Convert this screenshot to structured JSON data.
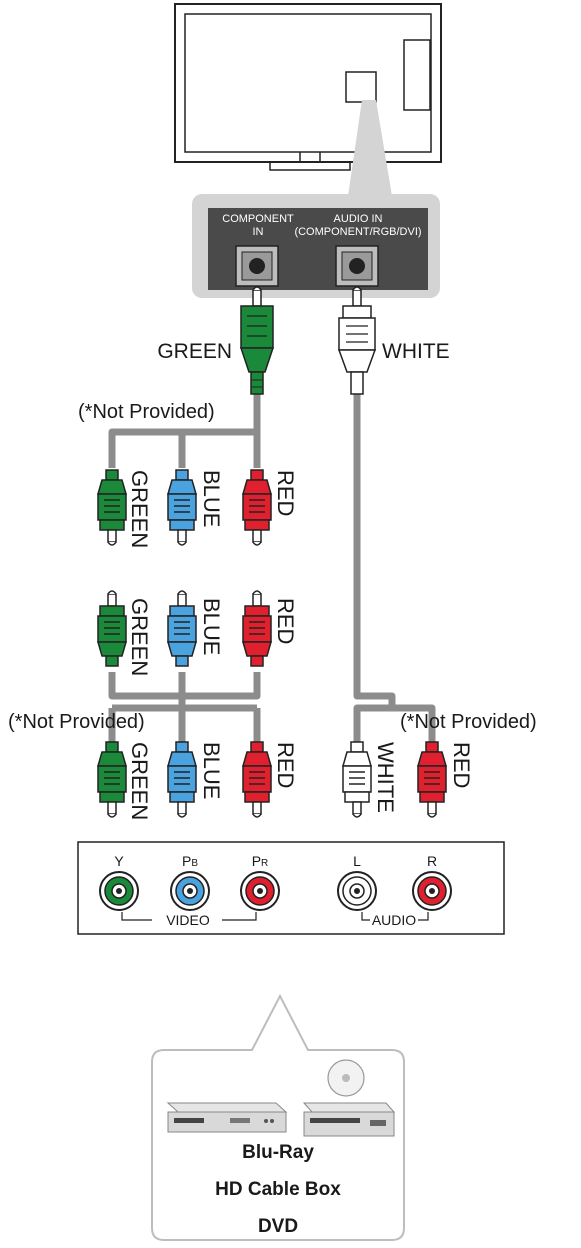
{
  "tv_panel": {
    "component_in_line1": "COMPONENT",
    "component_in_line2": "IN",
    "audio_in_line1": "AUDIO IN",
    "audio_in_line2": "(COMPONENT/RGB/DVI)"
  },
  "cables": {
    "green_label": "GREEN",
    "white_label": "WHITE",
    "blue_label": "BLUE",
    "red_label": "RED",
    "not_provided_label": "(*Not Provided)"
  },
  "device_panel": {
    "y_label": "Y",
    "pb_main": "P",
    "pb_sub": "B",
    "pr_main": "P",
    "pr_sub": "R",
    "l_label": "L",
    "r_label": "R",
    "video_label": "VIDEO",
    "audio_label": "AUDIO"
  },
  "devices": {
    "line1": "Blu-Ray",
    "line2": "HD Cable Box",
    "line3": "DVD"
  },
  "colors": {
    "green": "#1a8a3a",
    "blue": "#4aa3df",
    "red": "#e0202e",
    "white": "#ffffff",
    "cable_gray": "#8c8c8c",
    "panel_dark": "#4a4a4a",
    "callout_gray": "#d4d4d4"
  }
}
